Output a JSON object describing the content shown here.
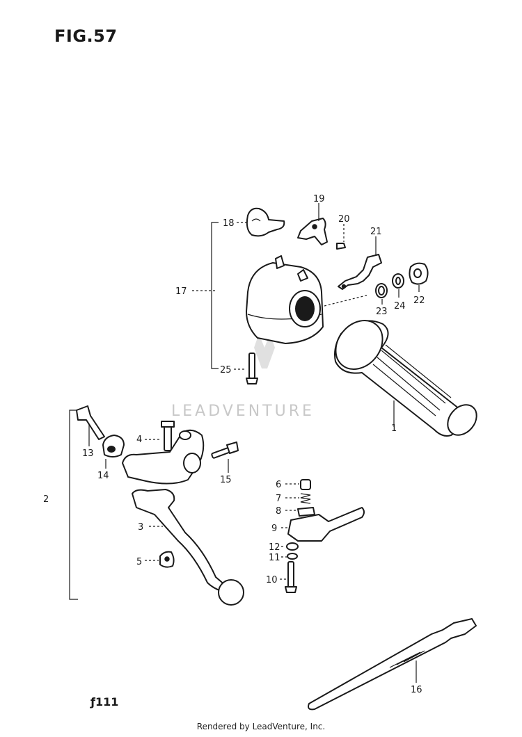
{
  "figure": {
    "title": "FIG.57"
  },
  "watermark": {
    "text": "LEADVENTURE"
  },
  "footer": {
    "text": "Rendered by LeadVenture, Inc."
  },
  "corner_mark": {
    "text": "ƒ111"
  },
  "callouts": {
    "c1": "1",
    "c2": "2",
    "c3": "3",
    "c4": "4",
    "c5": "5",
    "c6": "6",
    "c7": "7",
    "c8": "8",
    "c9": "9",
    "c10": "10",
    "c11": "11",
    "c12": "12",
    "c13": "13",
    "c14": "14",
    "c15": "15",
    "c16": "16",
    "c17": "17",
    "c18": "18",
    "c19": "19",
    "c20": "20",
    "c21": "21",
    "c22": "22",
    "c23": "23",
    "c24": "24",
    "c25": "25"
  }
}
